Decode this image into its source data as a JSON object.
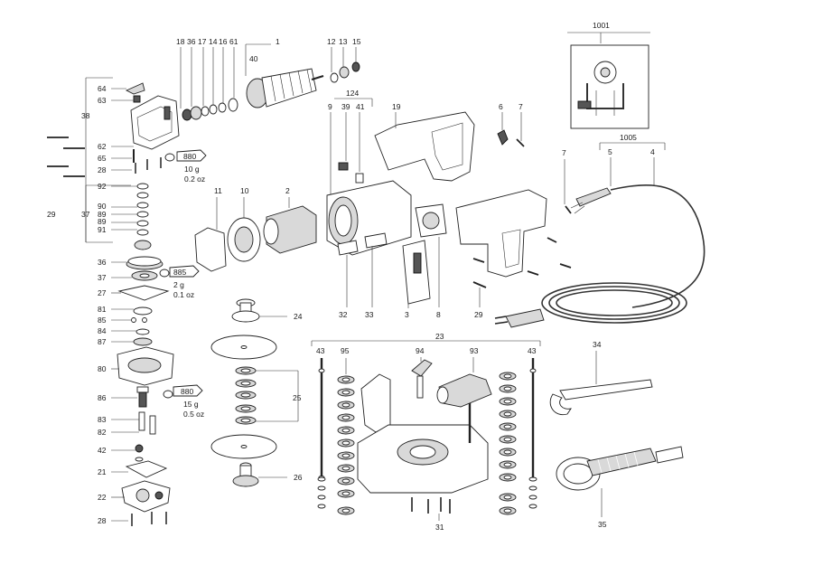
{
  "parts": {
    "p1": "1",
    "p2": "2",
    "p3": "3",
    "p4": "4",
    "p5": "5",
    "p6": "6",
    "p7a": "7",
    "p7b": "7",
    "p8": "8",
    "p9": "9",
    "p10": "10",
    "p11": "11",
    "p12": "12",
    "p13": "13",
    "p14": "14",
    "p15": "15",
    "p16": "16",
    "p17": "17",
    "p18": "18",
    "p19": "19",
    "p21": "21",
    "p22": "22",
    "p23": "23",
    "p24": "24",
    "p25": "25",
    "p26": "26",
    "p27": "27",
    "p28a": "28",
    "p28b": "28",
    "p29a": "29",
    "p29b": "29",
    "p31": "31",
    "p32": "32",
    "p33": "33",
    "p34": "34",
    "p35": "35",
    "p36a": "36",
    "p36b": "36",
    "p37a": "37",
    "p37b": "37",
    "p38": "38",
    "p39": "39",
    "p40": "40",
    "p41": "41",
    "p42": "42",
    "p43a": "43",
    "p43b": "43",
    "p61": "61",
    "p62": "62",
    "p63": "63",
    "p64": "64",
    "p65": "65",
    "p80": "80",
    "p81": "81",
    "p82": "82",
    "p83": "83",
    "p84": "84",
    "p85": "85",
    "p86": "86",
    "p87": "87",
    "p89a": "89",
    "p89b": "89",
    "p90": "90",
    "p91": "91",
    "p92": "92",
    "p93": "93",
    "p94": "94",
    "p95": "95",
    "p124": "124",
    "p1001": "1001",
    "p1005": "1005"
  },
  "grease_tags": [
    {
      "code": "880",
      "grams": "10 g",
      "ounces": "0.2 oz"
    },
    {
      "code": "885",
      "grams": "2 g",
      "ounces": "0.1 oz"
    },
    {
      "code": "880",
      "grams": "15 g",
      "ounces": "0.5 oz"
    }
  ]
}
